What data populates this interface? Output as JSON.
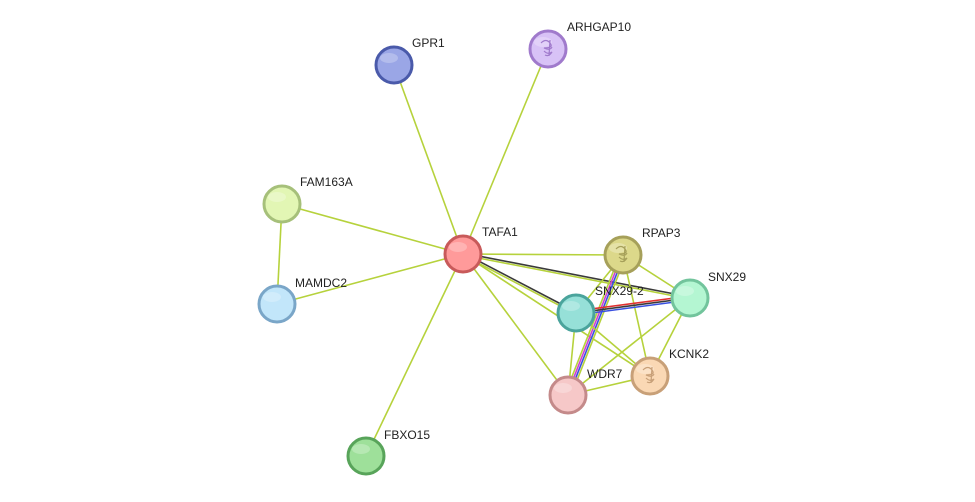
{
  "nodes": [
    {
      "id": "TAFA1",
      "label": "TAFA1",
      "fill": "#ff9a9a",
      "stroke": "#c85a5a",
      "icon": ""
    },
    {
      "id": "GPR1",
      "label": "GPR1",
      "fill": "#9aa6e6",
      "stroke": "#4a5aaa",
      "icon": ""
    },
    {
      "id": "ARHGAP10",
      "label": "ARHGAP10",
      "fill": "#d8c2f6",
      "stroke": "#a07acc",
      "icon": "protein-structure-icon"
    },
    {
      "id": "FAM163A",
      "label": "FAM163A",
      "fill": "#e2f6b4",
      "stroke": "#a6c07a",
      "icon": ""
    },
    {
      "id": "MAMDC2",
      "label": "MAMDC2",
      "fill": "#c2e6fa",
      "stroke": "#7aa6c8",
      "icon": ""
    },
    {
      "id": "FBXO15",
      "label": "FBXO15",
      "fill": "#9ee09a",
      "stroke": "#58a45a",
      "icon": ""
    },
    {
      "id": "RPAP3",
      "label": "RPAP3",
      "fill": "#dcd88a",
      "stroke": "#a6a05a",
      "icon": "protein-structure-icon"
    },
    {
      "id": "SNX29-2",
      "label": "SNX29-2",
      "fill": "#96e0d8",
      "stroke": "#4aa49c",
      "icon": ""
    },
    {
      "id": "SNX29",
      "label": "SNX29",
      "fill": "#b4f6d2",
      "stroke": "#72c49c",
      "icon": ""
    },
    {
      "id": "KCNK2",
      "label": "KCNK2",
      "fill": "#fad8b4",
      "stroke": "#c8a078",
      "icon": "protein-structure-icon"
    },
    {
      "id": "WDR7",
      "label": "WDR7",
      "fill": "#f6c8c8",
      "stroke": "#c48a8a",
      "icon": ""
    }
  ],
  "edges": [
    {
      "source": "TAFA1",
      "target": "GPR1",
      "colors": [
        "#b6d23c"
      ]
    },
    {
      "source": "TAFA1",
      "target": "ARHGAP10",
      "colors": [
        "#b6d23c"
      ]
    },
    {
      "source": "TAFA1",
      "target": "FAM163A",
      "colors": [
        "#b6d23c"
      ]
    },
    {
      "source": "TAFA1",
      "target": "MAMDC2",
      "colors": [
        "#b6d23c"
      ]
    },
    {
      "source": "TAFA1",
      "target": "FBXO15",
      "colors": [
        "#b6d23c"
      ]
    },
    {
      "source": "TAFA1",
      "target": "RPAP3",
      "colors": [
        "#b6d23c"
      ]
    },
    {
      "source": "TAFA1",
      "target": "SNX29-2",
      "colors": [
        "#3a3a3a",
        "#b6d23c"
      ]
    },
    {
      "source": "TAFA1",
      "target": "SNX29",
      "colors": [
        "#3a3a3a",
        "#b6d23c"
      ]
    },
    {
      "source": "TAFA1",
      "target": "KCNK2",
      "colors": [
        "#b6d23c"
      ]
    },
    {
      "source": "TAFA1",
      "target": "WDR7",
      "colors": [
        "#b6d23c"
      ]
    },
    {
      "source": "FAM163A",
      "target": "MAMDC2",
      "colors": [
        "#b6d23c"
      ]
    },
    {
      "source": "RPAP3",
      "target": "SNX29",
      "colors": [
        "#b6d23c"
      ]
    },
    {
      "source": "RPAP3",
      "target": "SNX29-2",
      "colors": [
        "#b6d23c"
      ]
    },
    {
      "source": "RPAP3",
      "target": "WDR7",
      "colors": [
        "#b6d23c",
        "#3a50e0",
        "#d040d0",
        "#b6d23c"
      ]
    },
    {
      "source": "RPAP3",
      "target": "KCNK2",
      "colors": [
        "#b6d23c"
      ]
    },
    {
      "source": "SNX29-2",
      "target": "SNX29",
      "colors": [
        "#e03030",
        "#3a3a3a",
        "#3a50e0"
      ]
    },
    {
      "source": "SNX29-2",
      "target": "WDR7",
      "colors": [
        "#b6d23c"
      ]
    },
    {
      "source": "SNX29-2",
      "target": "KCNK2",
      "colors": [
        "#b6d23c"
      ]
    },
    {
      "source": "SNX29",
      "target": "WDR7",
      "colors": [
        "#b6d23c"
      ]
    },
    {
      "source": "SNX29",
      "target": "KCNK2",
      "colors": [
        "#b6d23c"
      ]
    },
    {
      "source": "WDR7",
      "target": "KCNK2",
      "colors": [
        "#b6d23c"
      ]
    }
  ]
}
